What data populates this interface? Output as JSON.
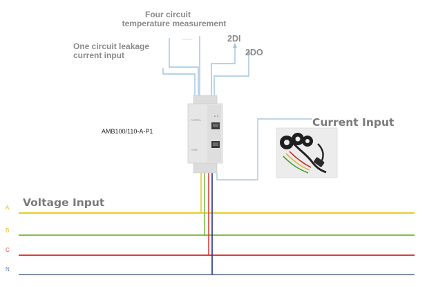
{
  "labels": {
    "four_circuit_line1": "Four circuit",
    "four_circuit_line2": "temperature measurement",
    "leakage_line1": "One circuit leakage",
    "leakage_line2": "current input",
    "di": "2DI",
    "do": "2DO",
    "current_input": "Current Input",
    "voltage_input": "Voltage Input",
    "model": "AMB100/110-A-P1"
  },
  "device": {
    "brand_mark": "ACREL",
    "small_mark": "AMB"
  },
  "phases": [
    {
      "name": "A",
      "color": "#e6cc2e"
    },
    {
      "name": "B",
      "color": "#7cbf4a"
    },
    {
      "name": "C",
      "color": "#e23a3a"
    },
    {
      "name": "N",
      "color": "#7f8fa6"
    }
  ],
  "colors": {
    "signal_wire": "#9fc3e0",
    "ct_wire": "#a9c7df",
    "device_body": "#e6e6e6",
    "device_port": "#3b3b3b",
    "phase_line_to_device_A": "#e6cc2e",
    "phase_line_to_device_N": "#1f2f8a"
  }
}
